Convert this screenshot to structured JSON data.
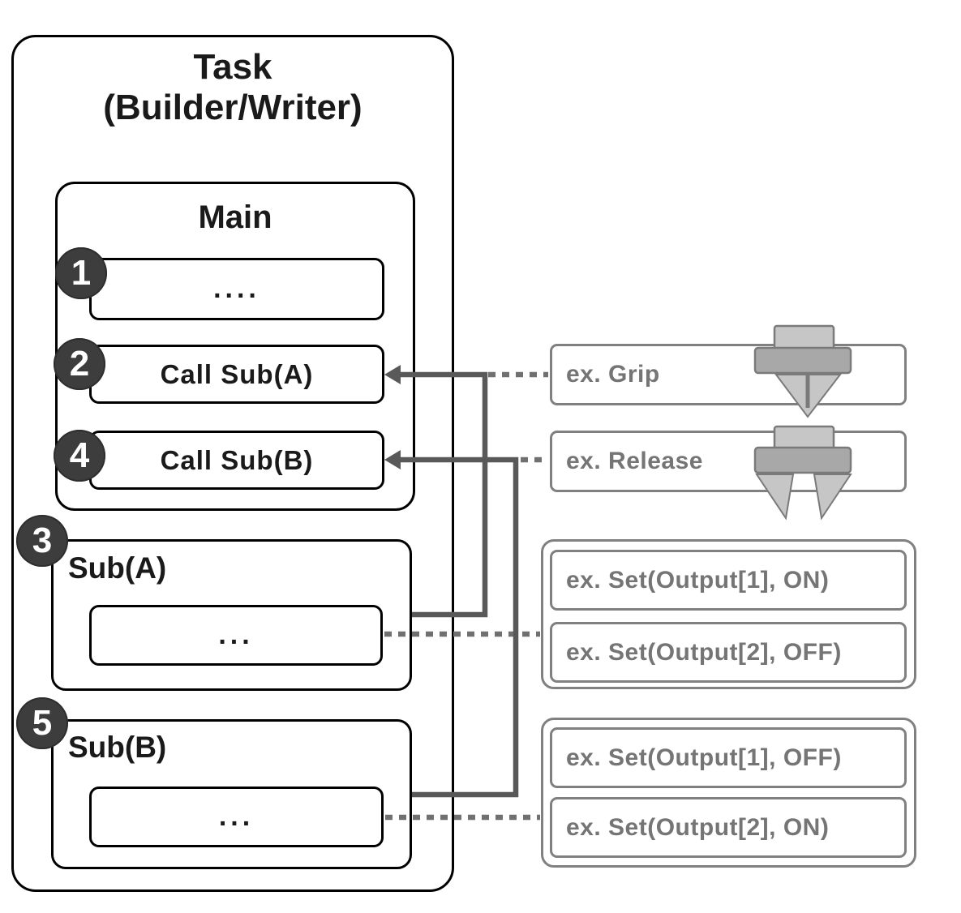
{
  "task": {
    "title_line1": "Task",
    "title_line2": "(Builder/Writer)"
  },
  "main": {
    "title": "Main",
    "steps": [
      {
        "badge": "1",
        "label": "...."
      },
      {
        "badge": "2",
        "label": "Call Sub(A)"
      },
      {
        "badge": "4",
        "label": "Call Sub(B)"
      }
    ]
  },
  "subroutines": [
    {
      "badge": "3",
      "title": "Sub(A)",
      "body": "..."
    },
    {
      "badge": "5",
      "title": "Sub(B)",
      "body": "..."
    }
  ],
  "annotations": {
    "grip_label": "ex. Grip",
    "release_label": "ex. Release",
    "sub_a_examples": [
      "ex. Set(Output[1], ON)",
      "ex. Set(Output[2], OFF)"
    ],
    "sub_b_examples": [
      "ex. Set(Output[1], OFF)",
      "ex. Set(Output[2], ON)"
    ],
    "grip_icon": "gripper-closed-icon",
    "release_icon": "gripper-open-icon"
  },
  "colors": {
    "outline_black": "#000000",
    "badge_fill": "#3d3d3d",
    "solid_connector": "#595959",
    "dotted_connector": "#707070",
    "gray_border": "#808080",
    "gray_text": "#757575",
    "icon_light": "#c6c6c6",
    "icon_mid": "#a8a8a8",
    "icon_stroke": "#7a7a7a"
  }
}
